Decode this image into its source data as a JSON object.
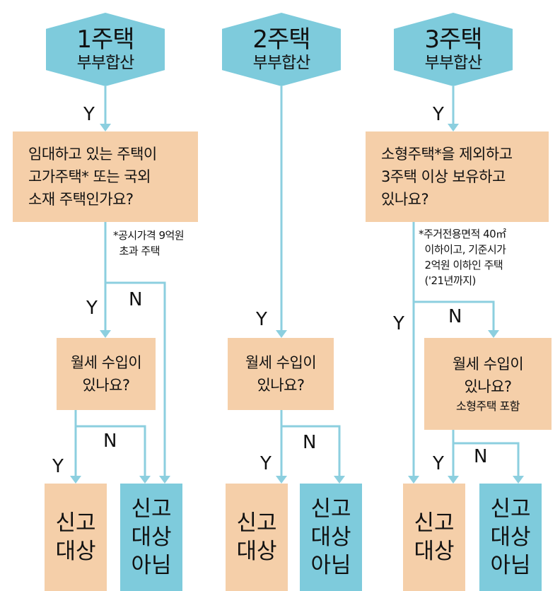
{
  "columns": [
    {
      "title": "1주택",
      "subtitle": "부부합산",
      "question_lines": [
        "임대하고 있는 주택이",
        "고가주택* 또는 국외",
        "소재 주택인가요?"
      ],
      "footnote_lines": [
        "*공시가격 9억원",
        "  초과 주택"
      ],
      "rent_lines": [
        "월세 수입이",
        "있나요?"
      ],
      "yes_label_top": "Y",
      "yes_label_q": "Y",
      "no_label_q": "N",
      "yes_label_rent": "Y",
      "no_label_rent": "N",
      "report_lines": [
        "신고",
        "대상"
      ],
      "noreport_lines": [
        "신고",
        "대상",
        "아님"
      ]
    },
    {
      "title": "2주택",
      "subtitle": "부부합산",
      "rent_lines": [
        "월세 수입이",
        "있나요?"
      ],
      "yes_label_top": "Y",
      "yes_label_rent": "Y",
      "no_label_rent": "N",
      "report_lines": [
        "신고",
        "대상"
      ],
      "noreport_lines": [
        "신고",
        "대상",
        "아님"
      ]
    },
    {
      "title": "3주택",
      "subtitle": "부부합산",
      "question_lines": [
        "소형주택*을 제외하고",
        "3주택 이상 보유하고",
        "있나요?"
      ],
      "footnote_lines": [
        "*주거전용면적 40㎡",
        "  이하이고, 기준시가",
        "  2억원 이하인 주택",
        "  ('21년까지)"
      ],
      "rent_lines": [
        "월세 수입이",
        "있나요?"
      ],
      "rent_sub": "소형주택 포함",
      "yes_label_top": "Y",
      "yes_label_q": "Y",
      "no_label_q": "N",
      "yes_label_rent": "Y",
      "no_label_rent": "N",
      "report_lines": [
        "신고",
        "대상"
      ],
      "noreport_lines": [
        "신고",
        "대상",
        "아님"
      ]
    }
  ],
  "colors": {
    "header": "#7ecbdc",
    "box": "#f5cfa9",
    "line": "#8ccfdf",
    "text": "#111111"
  }
}
